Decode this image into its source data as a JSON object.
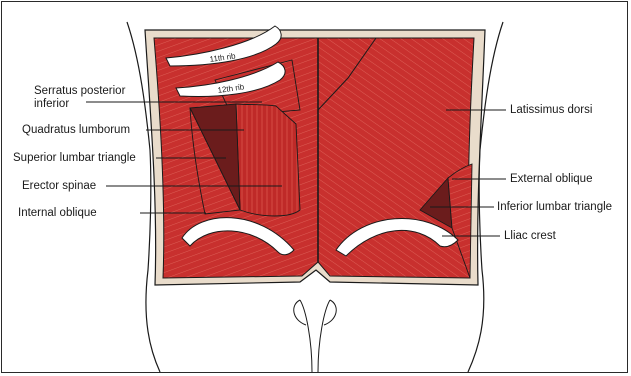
{
  "labels": {
    "left": {
      "serratus_line1": "Serratus posterior",
      "serratus_line2": "inferior",
      "quadratus": "Quadratus lumborum",
      "superior_triangle": "Superior lumbar triangle",
      "erector": "Erector spinae",
      "internal_oblique": "Internal oblique"
    },
    "right": {
      "latissimus": "Latissimus dorsi",
      "external_oblique": "External oblique",
      "inferior_triangle": "Inferior lumbar triangle",
      "iliac_crest": "Lliac crest"
    },
    "ribs": {
      "rib11": "11th rib",
      "rib12": "12th rib"
    }
  },
  "colors": {
    "muscle": "#c8302e",
    "muscle_dark": "#8f1d1d",
    "triangle": "#6b1c1c",
    "skin_border": "#e9dccb",
    "bone": "#ffffff",
    "outline": "#1a1a1a"
  }
}
